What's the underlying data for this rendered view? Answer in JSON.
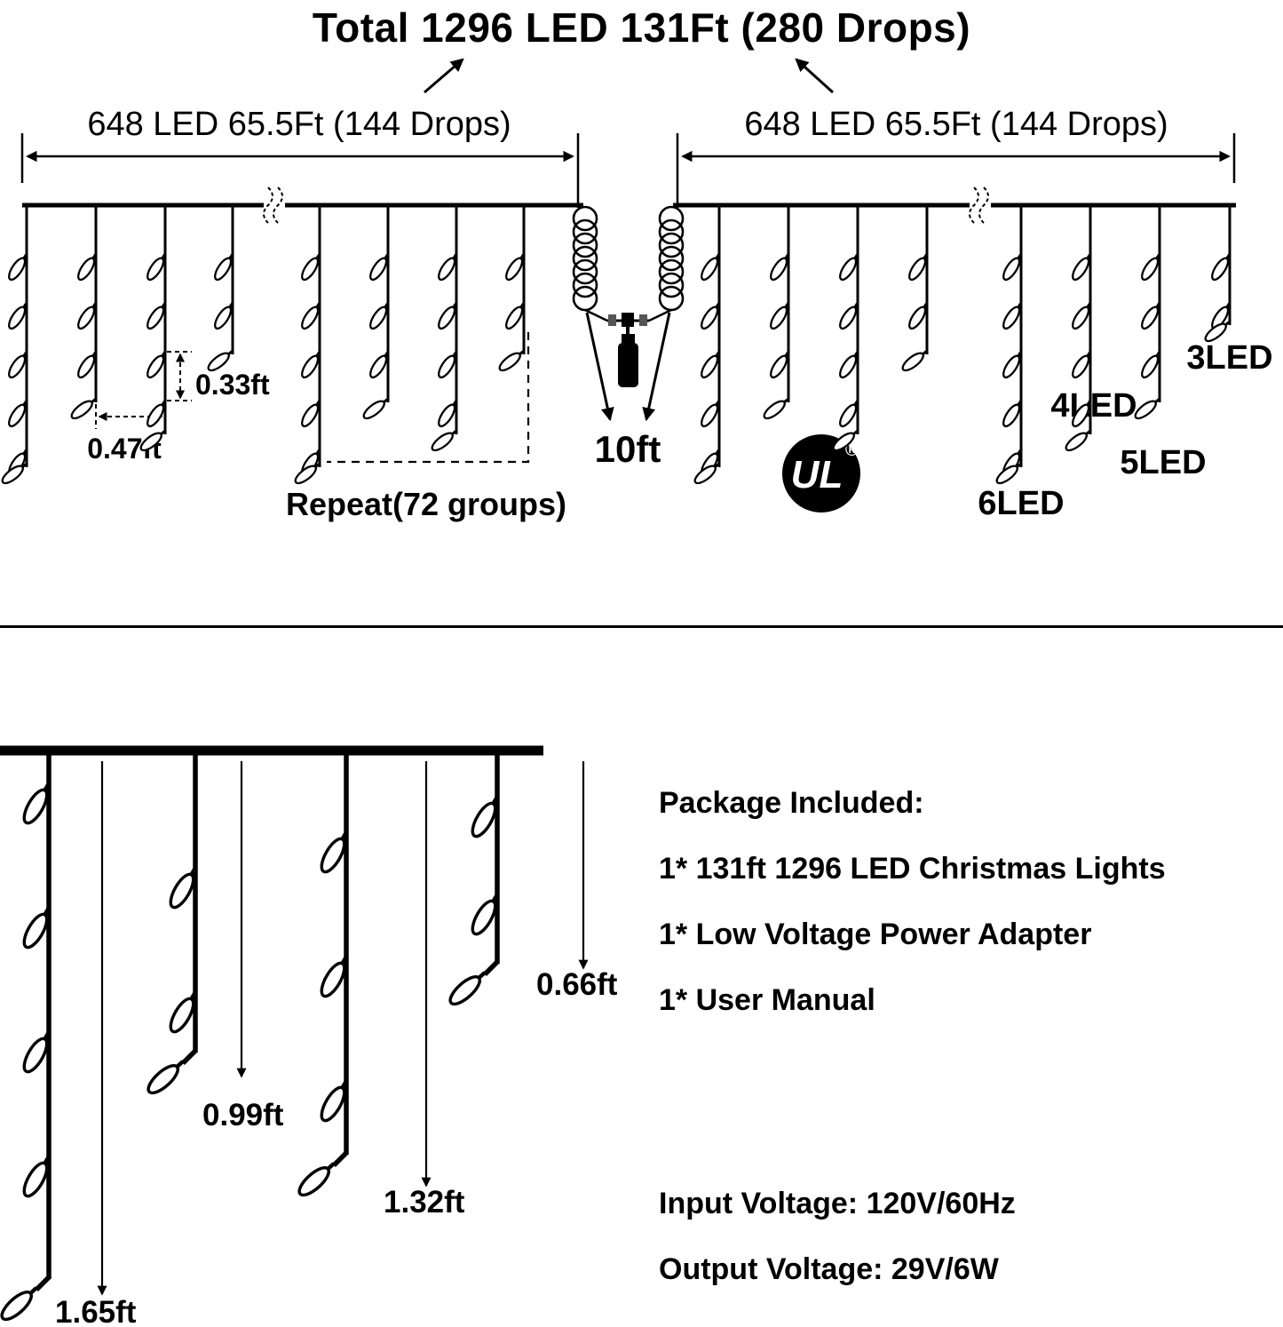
{
  "title": "Total 1296 LED 131Ft (280 Drops)",
  "diagram": {
    "left_section_label": "648 LED 65.5Ft (144 Drops)",
    "right_section_label": "648 LED 65.5Ft (144 Drops)",
    "bulb_spacing_label": "0.33ft",
    "drop_spacing_label": "0.47ft",
    "repeat_label": "Repeat(72 groups)",
    "center_gap_label": "10ft",
    "ul_mark": "UL",
    "ul_registered": "®",
    "drop_led_labels": [
      "3LED",
      "4LED",
      "5LED",
      "6LED"
    ]
  },
  "detail_diagram": {
    "drop_length_labels": [
      "0.66ft",
      "0.99ft",
      "1.32ft",
      "1.65ft"
    ]
  },
  "package_info": {
    "heading": "Package Included:",
    "items": [
      "1* 131ft 1296 LED Christmas Lights",
      "1* Low Voltage Power Adapter",
      "1* User Manual"
    ],
    "input_voltage": "Input Voltage: 120V/60Hz",
    "output_voltage": "Output Voltage: 29V/6W"
  }
}
